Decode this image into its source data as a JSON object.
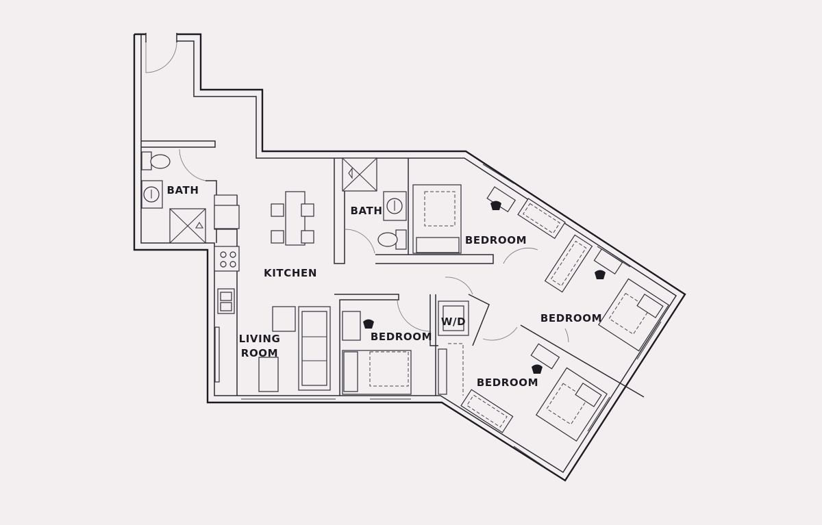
{
  "floor_plan": {
    "rooms": {
      "bath_a": "BATH",
      "bath_b": "BATH",
      "kitchen": "KITCHEN",
      "living_line1": "LIVING",
      "living_line2": "ROOM",
      "bedroom_1": "BEDROOM",
      "bedroom_2": "BEDROOM",
      "bedroom_3": "BEDROOM",
      "bedroom_4": "BEDROOM",
      "laundry": "W/D"
    },
    "colors": {
      "background": "#f3eff1",
      "line": "#1c1b22"
    }
  }
}
